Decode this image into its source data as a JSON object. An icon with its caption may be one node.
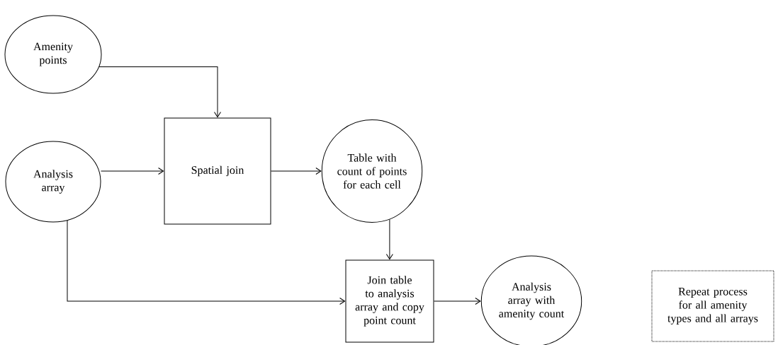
{
  "diagram": {
    "nodes": [
      {
        "text": [
          "Amenity points"
        ]
      },
      {
        "text": [
          "Analysis array"
        ]
      },
      {
        "text": [
          "Spatial join"
        ]
      },
      {
        "text": [
          "Table with count of points for each cell"
        ]
      },
      {
        "text": [
          "Join table to analysis array and copy point count"
        ]
      },
      {
        "text": [
          "Analysis array with amenity count"
        ]
      },
      {
        "text": [
          "Repeat process for all amenity types and all arrays"
        ]
      }
    ],
    "edges": [
      {
        "from": 0,
        "to": 2,
        "arrow": "to"
      },
      {
        "from": 1,
        "to": 2,
        "arrow": "to"
      },
      {
        "from": 2,
        "to": 3,
        "arrow": "to"
      },
      {
        "from": 3,
        "to": 4,
        "arrow": "to"
      },
      {
        "from": 1,
        "to": 4,
        "arrow": "to"
      },
      {
        "from": 4,
        "to": 5,
        "arrow": "to"
      }
    ]
  }
}
